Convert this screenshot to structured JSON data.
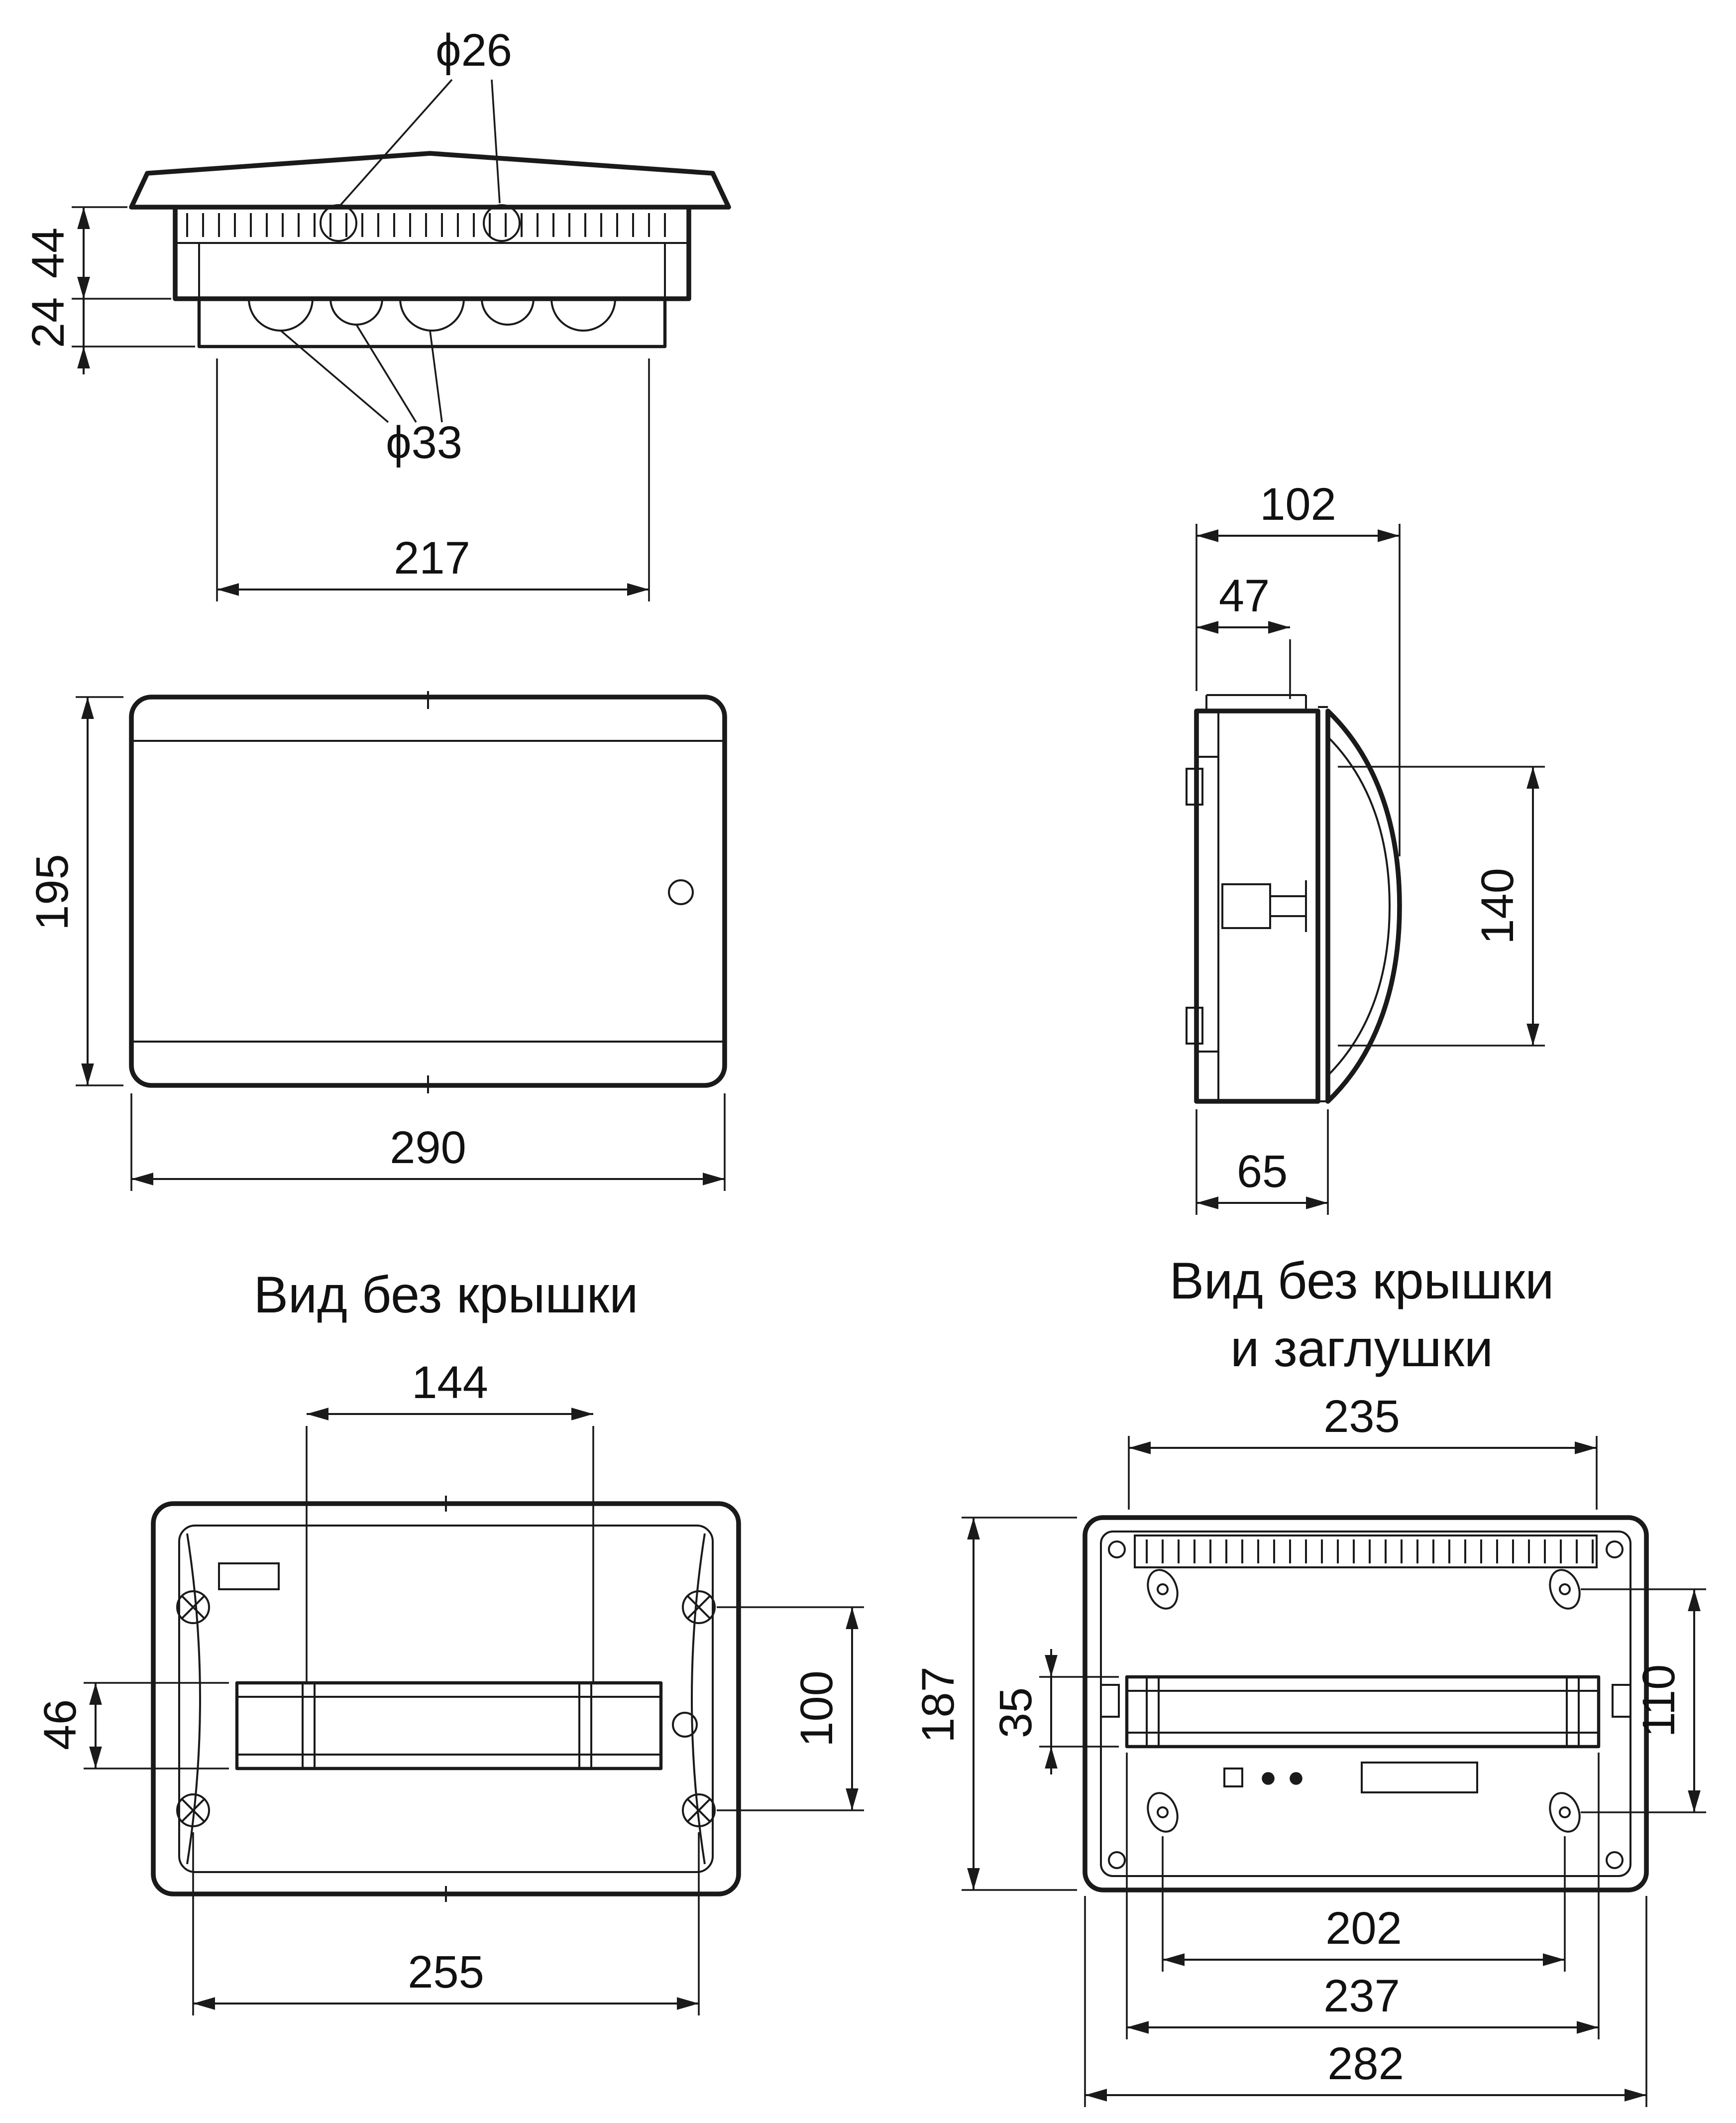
{
  "drawing": {
    "views": {
      "top_profile": {
        "dims": {
          "d26": "ϕ26",
          "h44": "44",
          "h24": "24",
          "d33": "ϕ33",
          "w217": "217"
        }
      },
      "front": {
        "dims": {
          "h195": "195",
          "w290": "290"
        }
      },
      "side": {
        "dims": {
          "w102": "102",
          "w47": "47",
          "h140": "140",
          "w65": "65"
        }
      },
      "front_no_cover": {
        "caption": "Вид без крышки",
        "dims": {
          "w144": "144",
          "h46": "46",
          "h100": "100",
          "w255": "255"
        }
      },
      "back_no_cover": {
        "caption_line1": "Вид без крышки",
        "caption_line2": "и заглушки",
        "dims": {
          "w235": "235",
          "h187": "187",
          "h35": "35",
          "h110": "110",
          "w202": "202",
          "w237": "237",
          "w282": "282"
        }
      }
    }
  }
}
